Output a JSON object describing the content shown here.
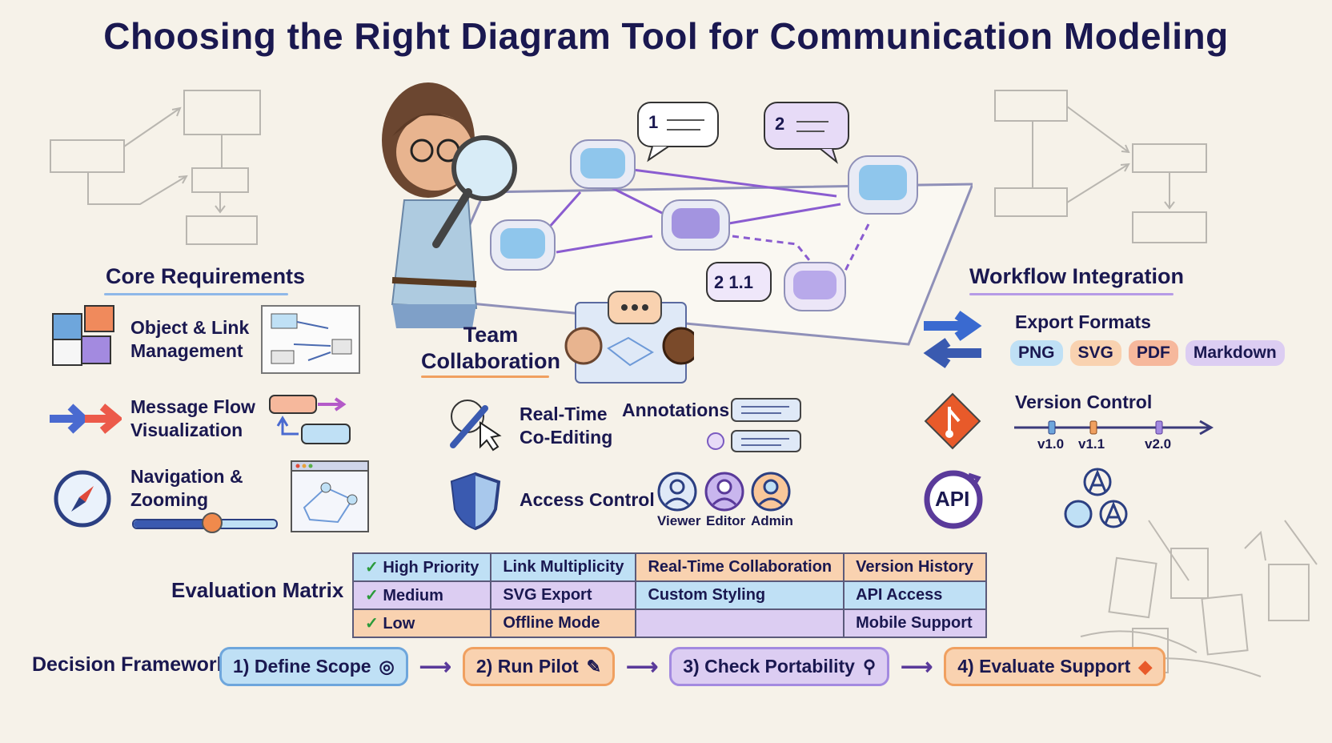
{
  "title": "Choosing the Right Diagram Tool for Communication Modeling",
  "core": {
    "heading": "Core Requirements",
    "items": [
      {
        "label": "Object & Link\nManagement",
        "icon": "puzzle-icon"
      },
      {
        "label": "Message Flow\nVisualization",
        "icon": "arrows-icon"
      },
      {
        "label": "Navigation &\nZooming",
        "icon": "compass-icon"
      }
    ]
  },
  "team": {
    "heading": "Team\nCollaboration",
    "coedit": "Real-Time\nCo-Editing",
    "annotations": "Annotations",
    "access": "Access Control",
    "roles": [
      "Viewer",
      "Editor",
      "Admin"
    ]
  },
  "bubbles": {
    "b1": "1",
    "b2": "2",
    "b3": "2 1.1"
  },
  "workflow": {
    "heading": "Workflow Integration",
    "export_label": "Export Formats",
    "formats": [
      "PNG",
      "SVG",
      "PDF",
      "Markdown"
    ],
    "version_label": "Version Control",
    "versions": [
      "v1.0",
      "v1.1",
      "v2.0"
    ],
    "api_label": "API"
  },
  "matrix": {
    "label": "Evaluation Matrix",
    "check": "✓",
    "rows": [
      [
        "High Priority",
        "Link Multiplicity",
        "Real-Time Collaboration",
        "Version History"
      ],
      [
        "Medium",
        "SVG Export",
        "Custom Styling",
        "API Access"
      ],
      [
        "Low",
        "Offline Mode",
        "",
        "Mobile Support"
      ]
    ]
  },
  "framework": {
    "label": "Decision Framework",
    "steps": [
      "1) Define Scope",
      "2) Run Pilot",
      "3) Check Portability",
      "4) Evaluate Support"
    ]
  },
  "colors": {
    "blue": "#bfe0f5",
    "orange": "#f9d2b0",
    "purple": "#dccdf2",
    "red": "#f6b89c",
    "navy": "#1a1850",
    "accent_purple": "#8a5cd0",
    "accent_orange": "#e8833a"
  }
}
